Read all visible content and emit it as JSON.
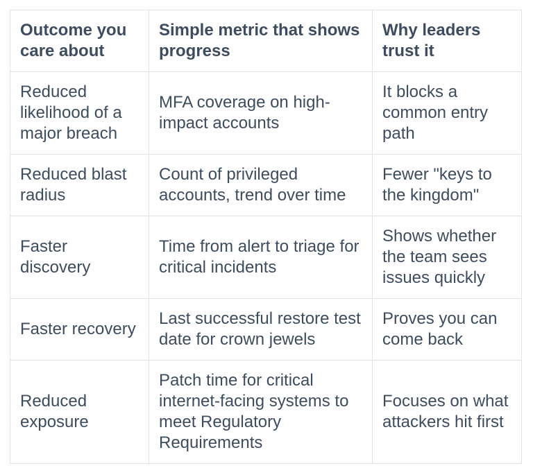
{
  "page": {
    "background_color": "#ffffff"
  },
  "table": {
    "headers": [
      "Outcome you care about",
      "Simple metric that shows progress",
      "Why leaders trust it"
    ],
    "rows": [
      [
        "Reduced likelihood of a major breach",
        "MFA coverage on high-impact accounts",
        "It blocks a common entry path"
      ],
      [
        "Reduced blast radius",
        "Count of privileged accounts, trend over time",
        "Fewer \"keys to the kingdom\""
      ],
      [
        "Faster discovery",
        "Time from alert to triage for critical incidents",
        "Shows whether the team sees issues quickly"
      ],
      [
        "Faster recovery",
        "Last successful restore test date for crown jewels",
        "Proves you can come back"
      ],
      [
        "Reduced exposure",
        "Patch time for critical internet-facing systems to meet Regulatory Requirements",
        "Focuses on what attackers hit first"
      ]
    ],
    "colors": {
      "text": "#3e4c5f",
      "border": "#dfe2e7",
      "cell_background": "#ffffff"
    }
  }
}
